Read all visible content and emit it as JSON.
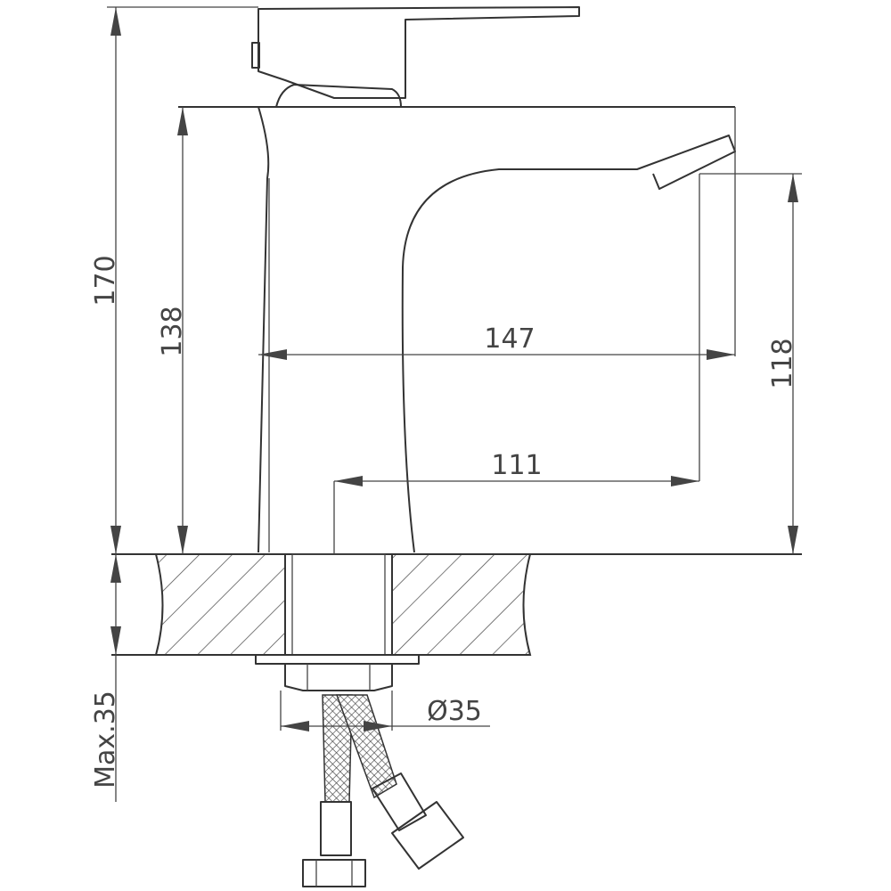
{
  "drawing": {
    "title": "Faucet dimension drawing",
    "dimensions": {
      "total_height": "170",
      "body_height": "138",
      "reach": "147",
      "spout_height": "118",
      "spout_offset": "111",
      "mount_diameter": "Ø35",
      "max_countertop": "Max.35"
    },
    "line_color": "#333333",
    "background": "#ffffff"
  }
}
